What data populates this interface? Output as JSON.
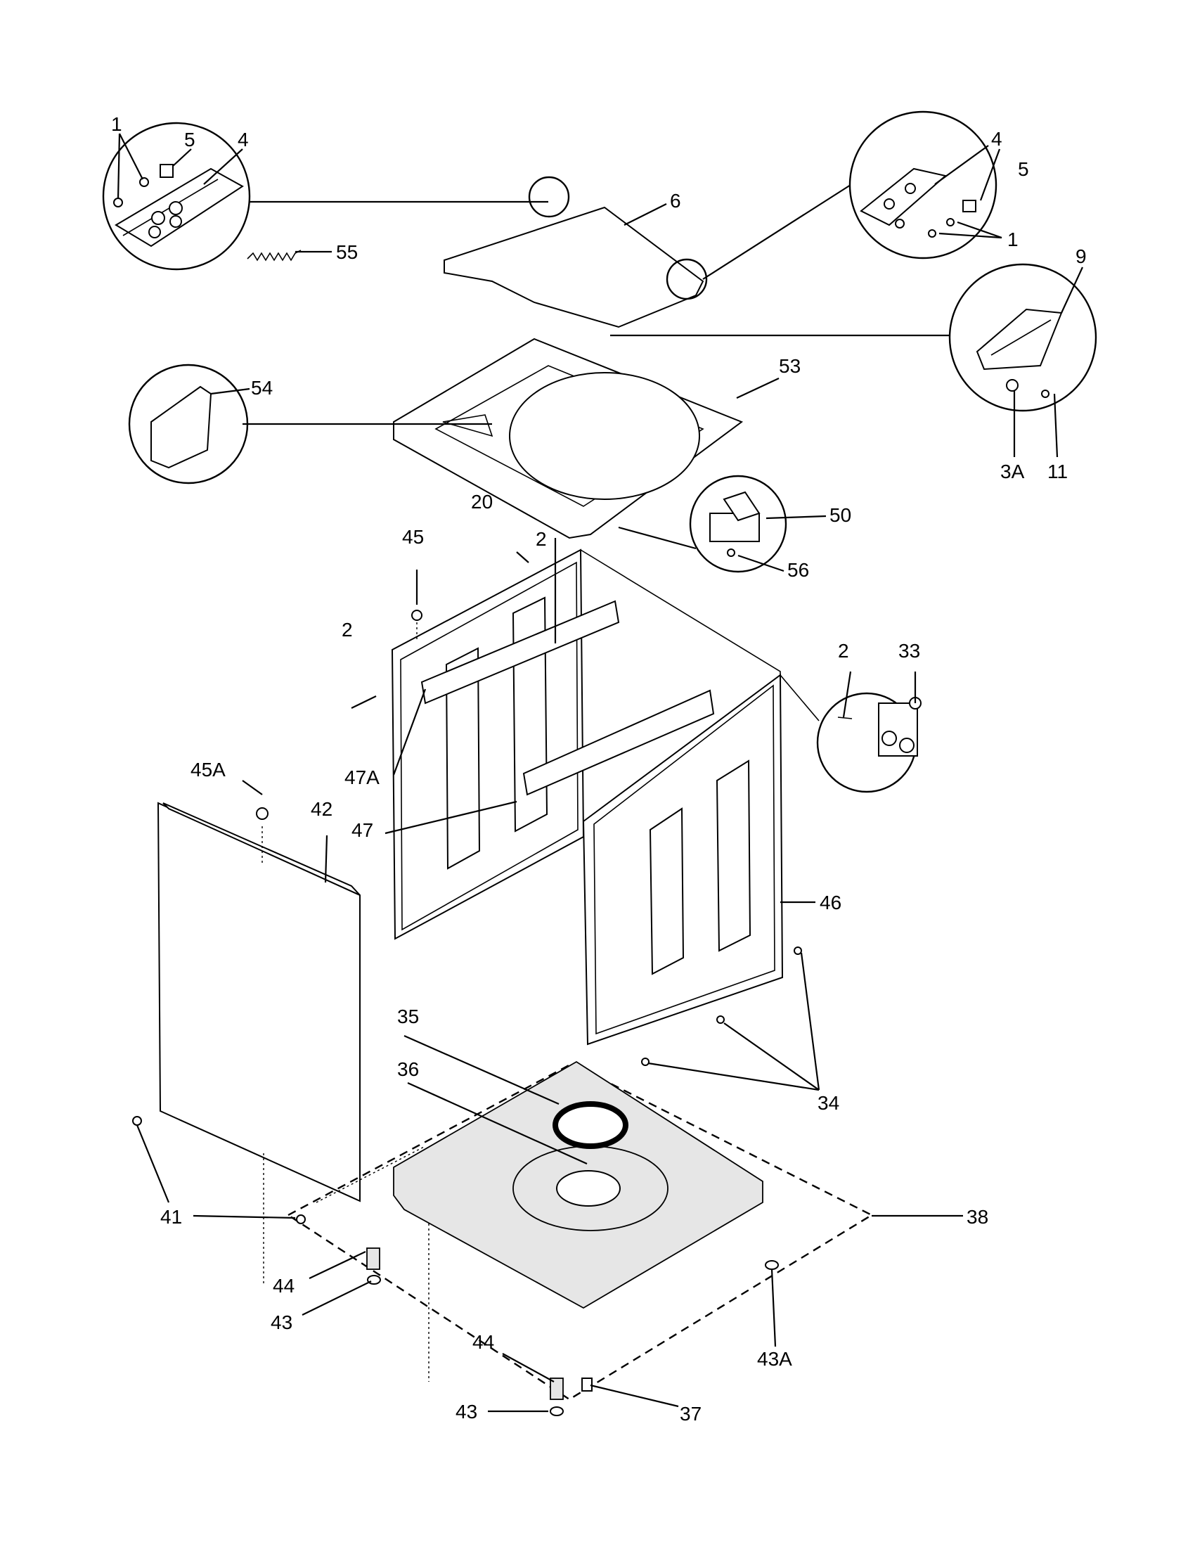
{
  "callouts": {
    "c1": "1",
    "c5": "5",
    "c4": "4",
    "c55": "55",
    "c6": "6",
    "r4": "4",
    "r5": "5",
    "r1": "1",
    "r9": "9",
    "r3a": "3A",
    "r11": "11",
    "c54": "54",
    "c53": "53",
    "c20": "20",
    "c2top": "2",
    "c45": "45",
    "c50": "50",
    "c56": "56",
    "c2left": "2",
    "c2right": "2",
    "c33": "33",
    "c47a": "47A",
    "c45a": "45A",
    "c42": "42",
    "c47": "47",
    "c46": "46",
    "c35": "35",
    "c36": "36",
    "c34": "34",
    "c41": "41",
    "c38": "38",
    "c44a": "44",
    "c43a": "43",
    "c44b": "44",
    "c43b": "43",
    "c37": "37",
    "c43aa": "43A"
  }
}
